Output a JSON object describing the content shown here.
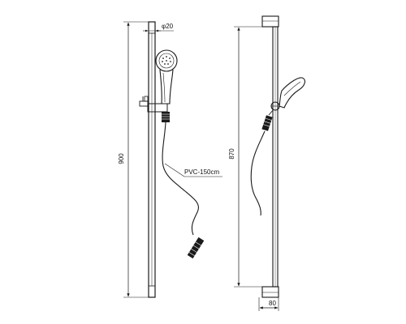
{
  "drawing": {
    "type": "technical-drawing",
    "subject": "shower-slide-rail-set",
    "views": [
      "front",
      "side"
    ],
    "line_color": "#1a1a1a",
    "background": "#ffffff",
    "dimensions": {
      "rail_height": "900",
      "rail_diameter": "φ20",
      "side_rail_height": "870",
      "bracket_depth": "80"
    },
    "callouts": {
      "hose": "PVC-150cm"
    }
  }
}
